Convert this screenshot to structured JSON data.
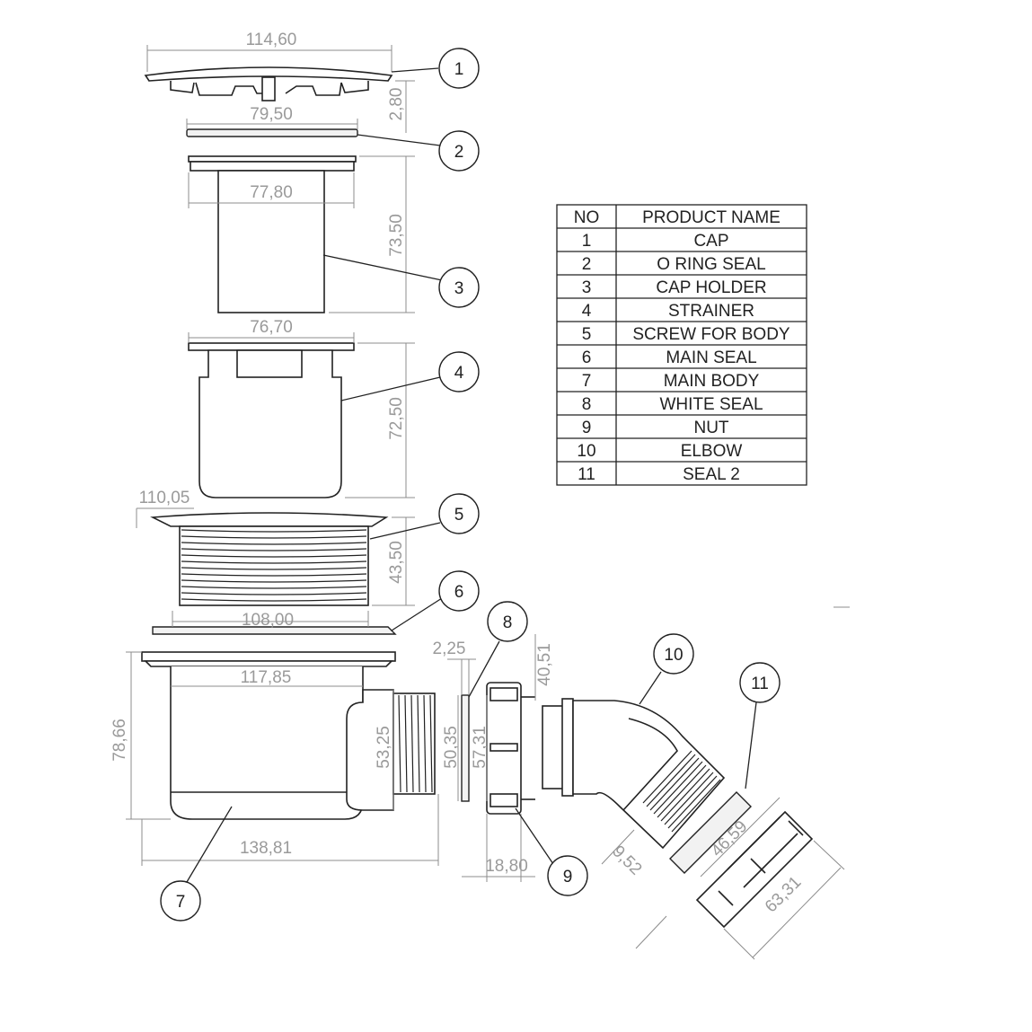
{
  "dimensions": {
    "cap_width": "114,60",
    "cap_height": "2,80",
    "oring_width": "79,50",
    "holder_width": "77,80",
    "holder_height": "73,50",
    "strainer_width": "76,70",
    "strainer_height": "72,50",
    "screw_width": "110,05",
    "screw_height": "43,50",
    "main_seal_width": "108,00",
    "body_top_width": "117,85",
    "body_height": "78,66",
    "outlet_height": "53,25",
    "body_total_width": "138,81",
    "white_seal_thickness": "2,25",
    "white_seal_outer": "50,35",
    "nut_inner": "57,31",
    "nut_outer": "40,51",
    "nut_width": "18,80",
    "elbow_end": "9,52",
    "seal2_width": "46,59",
    "nut2_width": "63,31"
  },
  "balloons": [
    "1",
    "2",
    "3",
    "4",
    "5",
    "6",
    "7",
    "8",
    "9",
    "10",
    "11"
  ],
  "table": {
    "headers": [
      "NO",
      "PRODUCT NAME"
    ],
    "rows": [
      [
        "1",
        "CAP"
      ],
      [
        "2",
        "O RING SEAL"
      ],
      [
        "3",
        "CAP HOLDER"
      ],
      [
        "4",
        "STRAINER"
      ],
      [
        "5",
        "SCREW FOR BODY"
      ],
      [
        "6",
        "MAIN SEAL"
      ],
      [
        "7",
        "MAIN BODY"
      ],
      [
        "8",
        "WHITE SEAL"
      ],
      [
        "9",
        "NUT"
      ],
      [
        "10",
        "ELBOW"
      ],
      [
        "11",
        "SEAL 2"
      ]
    ]
  }
}
